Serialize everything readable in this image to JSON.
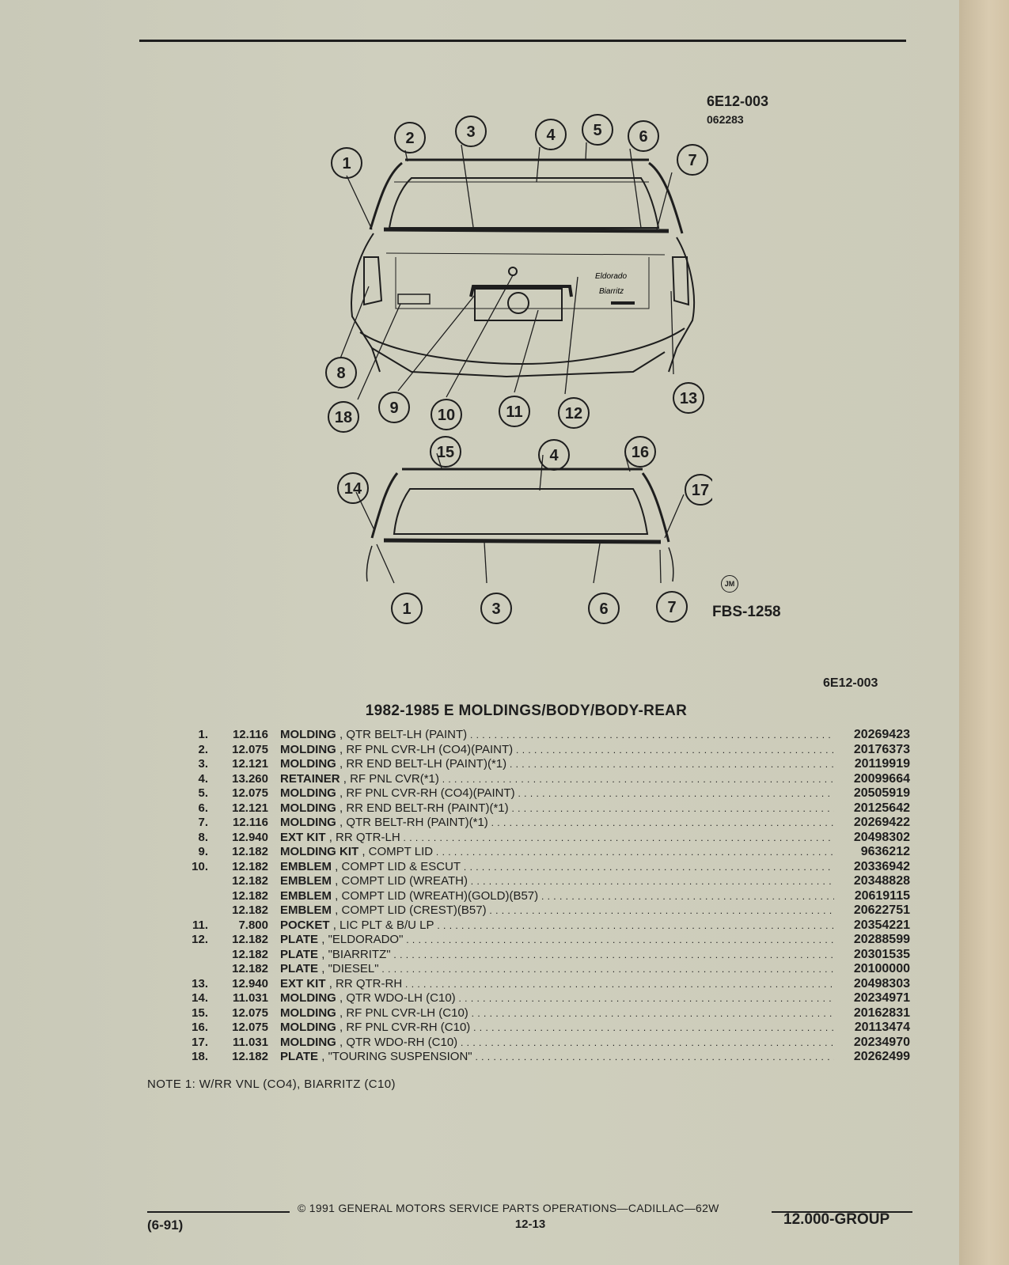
{
  "header": {
    "figure_code": "6E12-003",
    "figure_date": "062283"
  },
  "diagram": {
    "figure_number": "FBS-1258",
    "artist_mark": "JM",
    "emblem_text_1": "Eldorado",
    "emblem_text_2": "Biarritz",
    "callouts_top": [
      "1",
      "2",
      "3",
      "4",
      "5",
      "6",
      "7",
      "8",
      "18",
      "9",
      "10",
      "11",
      "12",
      "13"
    ],
    "callouts_bottom": [
      "15",
      "4",
      "16",
      "14",
      "17",
      "1",
      "3",
      "6",
      "7"
    ]
  },
  "section": {
    "code": "6E12-003",
    "title": "1982-1985 E MOLDINGS/BODY/BODY-REAR"
  },
  "parts": [
    {
      "num": "1.",
      "group": "12.116",
      "name": "MOLDING",
      "desc": ", QTR BELT-LH (PAINT)",
      "pn": "20269423"
    },
    {
      "num": "2.",
      "group": "12.075",
      "name": "MOLDING",
      "desc": ", RF PNL CVR-LH (CO4)(PAINT)",
      "pn": "20176373"
    },
    {
      "num": "3.",
      "group": "12.121",
      "name": "MOLDING",
      "desc": ", RR END BELT-LH (PAINT)(*1)",
      "pn": "20119919"
    },
    {
      "num": "4.",
      "group": "13.260",
      "name": "RETAINER",
      "desc": ", RF PNL CVR(*1)",
      "pn": "20099664"
    },
    {
      "num": "5.",
      "group": "12.075",
      "name": "MOLDING",
      "desc": ", RF PNL CVR-RH (CO4)(PAINT)",
      "pn": "20505919"
    },
    {
      "num": "6.",
      "group": "12.121",
      "name": "MOLDING",
      "desc": ", RR END BELT-RH (PAINT)(*1)",
      "pn": "20125642"
    },
    {
      "num": "7.",
      "group": "12.116",
      "name": "MOLDING",
      "desc": ", QTR BELT-RH (PAINT)(*1)",
      "pn": "20269422"
    },
    {
      "num": "8.",
      "group": "12.940",
      "name": "EXT KIT",
      "desc": ", RR QTR-LH",
      "pn": "20498302"
    },
    {
      "num": "9.",
      "group": "12.182",
      "name": "MOLDING KIT",
      "desc": ", COMPT LID",
      "pn": "9636212"
    },
    {
      "num": "10.",
      "group": "12.182",
      "name": "EMBLEM",
      "desc": ", COMPT LID & ESCUT",
      "pn": "20336942"
    },
    {
      "num": "",
      "group": "12.182",
      "name": "EMBLEM",
      "desc": ", COMPT LID (WREATH)",
      "pn": "20348828"
    },
    {
      "num": "",
      "group": "12.182",
      "name": "EMBLEM",
      "desc": ", COMPT LID (WREATH)(GOLD)(B57)",
      "pn": "20619115"
    },
    {
      "num": "",
      "group": "12.182",
      "name": "EMBLEM",
      "desc": ", COMPT LID (CREST)(B57)",
      "pn": "20622751"
    },
    {
      "num": "11.",
      "group": "7.800",
      "name": "POCKET",
      "desc": ", LIC PLT & B/U LP",
      "pn": "20354221"
    },
    {
      "num": "12.",
      "group": "12.182",
      "name": "PLATE",
      "desc": ", \"ELDORADO\"",
      "pn": "20288599"
    },
    {
      "num": "",
      "group": "12.182",
      "name": "PLATE",
      "desc": ", \"BIARRITZ\"",
      "pn": "20301535"
    },
    {
      "num": "",
      "group": "12.182",
      "name": "PLATE",
      "desc": ", \"DIESEL\"",
      "pn": "20100000"
    },
    {
      "num": "13.",
      "group": "12.940",
      "name": "EXT KIT",
      "desc": ", RR QTR-RH",
      "pn": "20498303"
    },
    {
      "num": "14.",
      "group": "11.031",
      "name": "MOLDING",
      "desc": ", QTR WDO-LH (C10)",
      "pn": "20234971"
    },
    {
      "num": "15.",
      "group": "12.075",
      "name": "MOLDING",
      "desc": ", RF PNL CVR-LH (C10)",
      "pn": "20162831"
    },
    {
      "num": "16.",
      "group": "12.075",
      "name": "MOLDING",
      "desc": ", RF PNL CVR-RH (C10)",
      "pn": "20113474"
    },
    {
      "num": "17.",
      "group": "11.031",
      "name": "MOLDING",
      "desc": ", QTR WDO-RH (C10)",
      "pn": "20234970"
    },
    {
      "num": "18.",
      "group": "12.182",
      "name": "PLATE",
      "desc": ", \"TOURING SUSPENSION\"",
      "pn": "20262499"
    }
  ],
  "note": "NOTE  1:  W/RR VNL (CO4), BIARRITZ (C10)",
  "footer": {
    "copyright": "© 1991 GENERAL MOTORS SERVICE PARTS OPERATIONS—CADILLAC—62W",
    "revision": "(6-91)",
    "page": "12-13",
    "group": "12.000-GROUP"
  }
}
